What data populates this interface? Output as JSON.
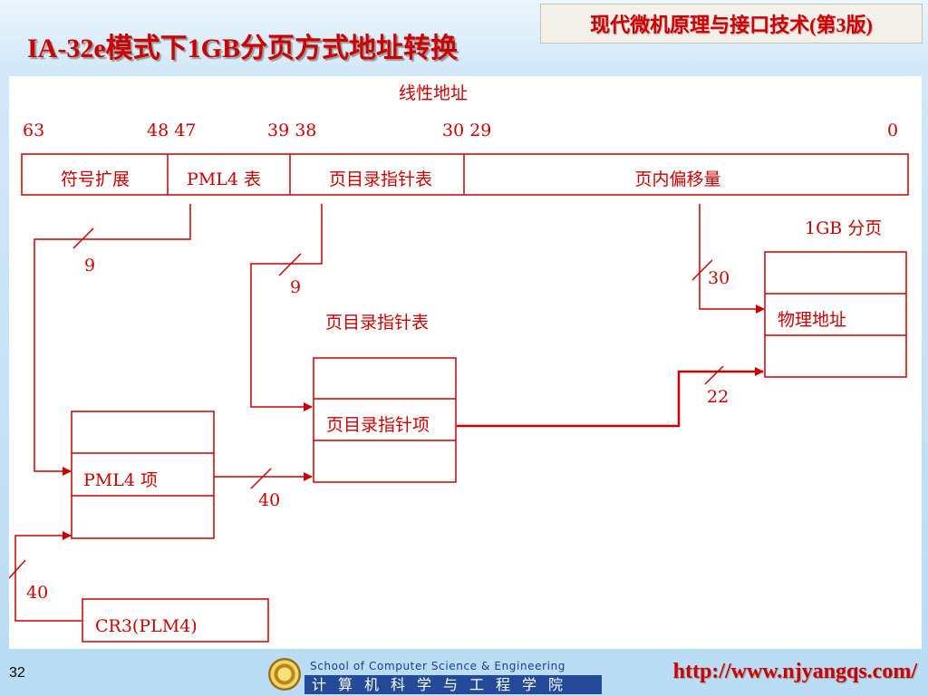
{
  "slide": {
    "title": "IA-32e模式下1GB分页方式地址转换",
    "book_title": "现代微机原理与接口技术(第3版)",
    "page_number": "32",
    "school_en": "School of Computer Science & Engineering",
    "school_cn": "计算机科学与工程学院",
    "url": "http://www.njyangqs.com/"
  },
  "diagram": {
    "linear_address_label": "线性地址",
    "bit_labels": {
      "b63": "63",
      "b48_47": "48 47",
      "b39_38": "39 38",
      "b30_29": "30 29",
      "b0": "0"
    },
    "fields": {
      "sign_ext": "符号扩展",
      "pml4": "PML4 表",
      "pdpt": "页目录指针表",
      "offset": "页内偏移量"
    },
    "widths": {
      "pml4_index": "9",
      "pdpt_index": "9",
      "offset_bits": "30",
      "base_22": "22",
      "pml4_to_pdpt": "40",
      "cr3_bits": "40"
    },
    "page_label": "1GB 分页",
    "pdpt_label": "页目录指针表",
    "physical_address": "物理地址",
    "pdpt_entry": "页目录指针项",
    "pml4_entry": "PML4 项",
    "cr3": "CR3(PLM4)"
  }
}
